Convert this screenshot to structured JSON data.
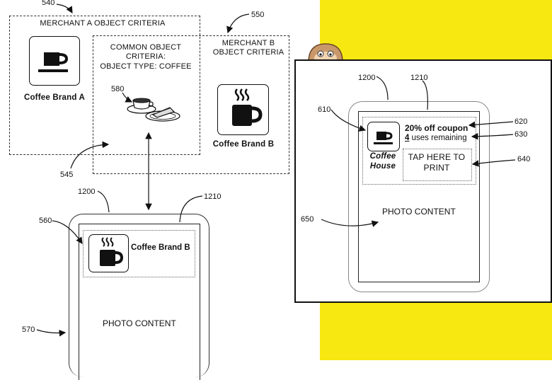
{
  "refs": {
    "r540": "540",
    "r550": "550",
    "r580": "580",
    "r545": "545",
    "r1200_left": "1200",
    "r1210_left": "1210",
    "r560": "560",
    "r570": "570",
    "r1200_right": "1200",
    "r1210_right": "1210",
    "r610": "610",
    "r620": "620",
    "r630": "630",
    "r640": "640",
    "r650": "650"
  },
  "merchant_a": {
    "title": "MERCHANT A OBJECT CRITERIA",
    "brand": "Coffee Brand A",
    "icon": "coffee-cup-icon"
  },
  "merchant_b": {
    "title_line1": "MERCHANT B",
    "title_line2": "OBJECT CRITERIA",
    "brand": "Coffee Brand B",
    "icon": "steaming-mug-icon"
  },
  "common": {
    "line1": "COMMON OBJECT",
    "line2": "CRITERIA:",
    "line3": "OBJECT TYPE: COFFEE",
    "icon": "coffee-and-cake-icon"
  },
  "left_device": {
    "banner_brand": "Coffee Brand B",
    "photo_content": "PHOTO CONTENT"
  },
  "right_device": {
    "brand_line1": "Coffee",
    "brand_line2": "House",
    "coupon_title": "20% off coupon",
    "uses_count": "4",
    "uses_text": " uses remaining",
    "print_line1": "TAP HERE TO",
    "print_line2": "PRINT",
    "photo_content": "PHOTO CONTENT"
  },
  "colors": {
    "background_accent": "#f6e810",
    "line": "#111111"
  }
}
